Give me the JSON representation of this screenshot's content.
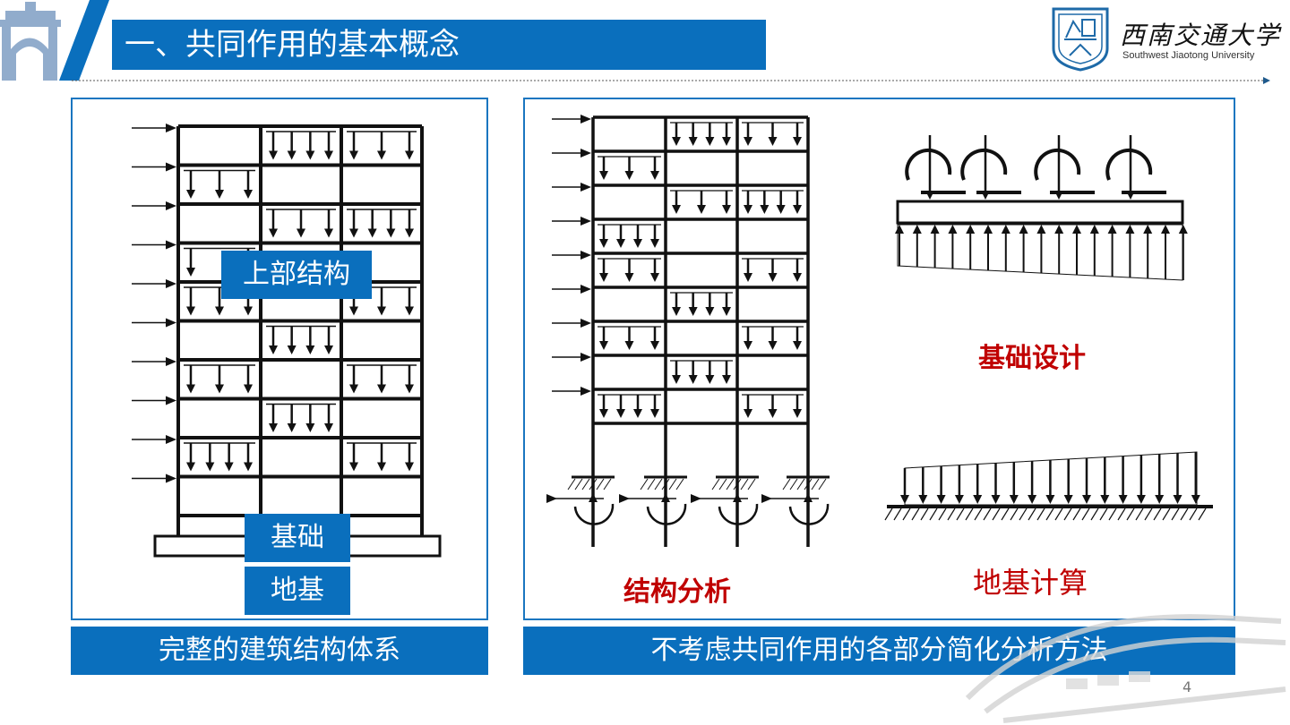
{
  "header": {
    "title": "一、共同作用的基本概念",
    "university_cn": "西南交通大学",
    "university_en": "Southwest Jiaotong University"
  },
  "left_panel": {
    "labels": {
      "superstructure": "上部结构",
      "foundation": "基础",
      "ground": "地基"
    },
    "caption": "完整的建筑结构体系"
  },
  "right_panel": {
    "labels": {
      "structural_analysis": "结构分析",
      "foundation_design": "基础设计",
      "ground_calculation": "地基计算"
    },
    "caption": "不考虑共同作用的各部分简化分析方法"
  },
  "footer": {
    "page_number": "4"
  },
  "colors": {
    "accent_blue": "#0a6fbd",
    "label_red": "#c00000"
  }
}
